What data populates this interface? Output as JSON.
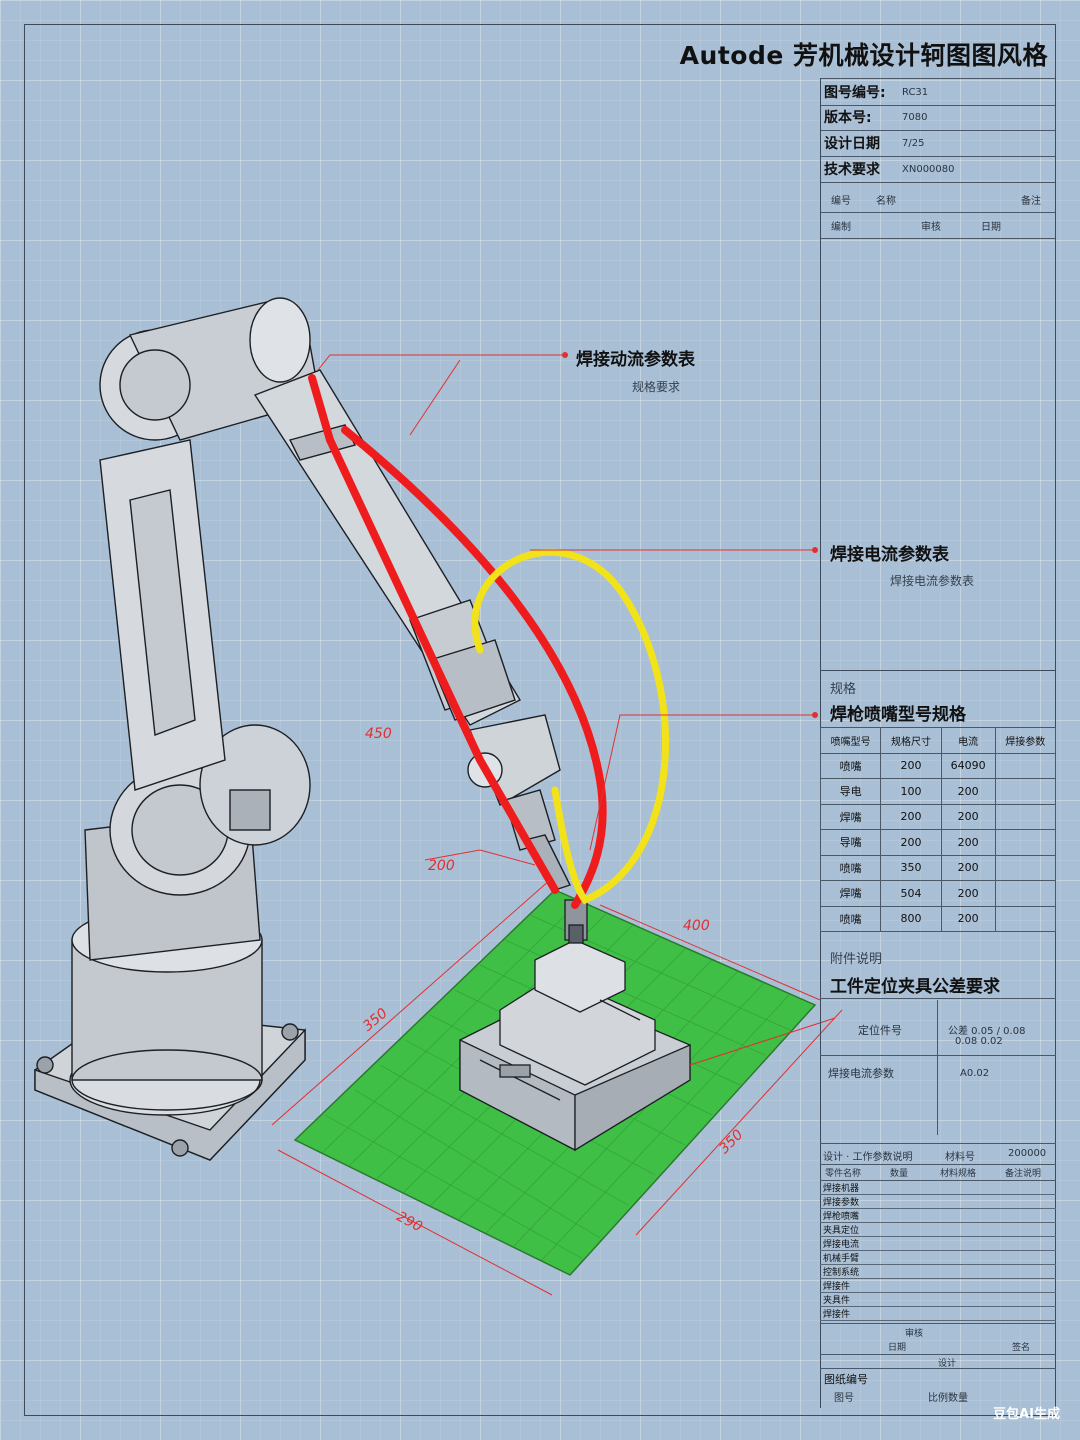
{
  "title": "Autode 芳机械设计轲图图风格",
  "title_block": {
    "rows": [
      {
        "label": "图号编号:",
        "value": "RC31"
      },
      {
        "label": "版本号:",
        "value": "7080"
      },
      {
        "label": "设计日期",
        "value": "7/25"
      },
      {
        "label": "技术要求",
        "value": "XN000080"
      }
    ],
    "mini_row1": [
      "编号",
      "名称",
      "备注"
    ],
    "mini_row2": [
      "编制",
      "审核",
      "日期"
    ]
  },
  "callouts": {
    "c1": {
      "title": "焊接动流参数表",
      "sub": "规格要求"
    },
    "c2": {
      "title": "焊接电流参数表",
      "sub": "焊接电流参数表"
    },
    "c3": {
      "pre": "规格",
      "title": "焊枪喷嘴型号规格"
    },
    "c4": {
      "pre": "附件说明",
      "title": "工件定位夹具公差要求"
    }
  },
  "spec_table": {
    "headers": [
      "喷嘴型号",
      "规格尺寸",
      "电流",
      "焊接参数"
    ],
    "rows": [
      [
        "喷嘴",
        "200",
        "64090",
        ""
      ],
      [
        "导电",
        "100",
        "200",
        ""
      ],
      [
        "焊嘴",
        "200",
        "200",
        ""
      ],
      [
        "导嘴",
        "200",
        "200",
        ""
      ],
      [
        "喷嘴",
        "350",
        "200",
        ""
      ],
      [
        "焊嘴",
        "504",
        "200",
        ""
      ],
      [
        "喷嘴",
        "800",
        "200",
        ""
      ]
    ]
  },
  "tolerance": {
    "row1_label": "定位件号",
    "row1_value": "公差 0.05 / 0.08",
    "row1_value2": "0.08 0.02",
    "row2_label": "焊接电流参数",
    "row2_value": "A0.02"
  },
  "bom": {
    "header": [
      "设计 · 工作参数说明",
      "材料号",
      "200000"
    ],
    "sub_header": [
      "零件名称",
      "数量",
      "材料规格",
      "备注说明"
    ],
    "items": [
      "焊接机器",
      "焊接参数",
      "焊枪喷嘴",
      "夹具定位",
      "焊接电流",
      "机械手臂",
      "控制系统",
      "焊接件",
      "夹具件",
      "焊接件"
    ],
    "footer1": [
      "审核",
      "日期",
      "签名"
    ],
    "footer2": "设计",
    "footer3": [
      "图纸编号",
      "图号",
      "比例数量"
    ]
  },
  "dimensions": {
    "d1": "450",
    "d2": "200",
    "d3": "400",
    "d4": "350",
    "d5": "290",
    "d6": "350"
  },
  "watermark": "豆包AI生成",
  "colors": {
    "background": "#a9bfd6",
    "cable_red": "#ee1c1c",
    "cable_yellow": "#f2e21a",
    "base_green": "#3fbf45",
    "dimension_red": "#e03030"
  }
}
